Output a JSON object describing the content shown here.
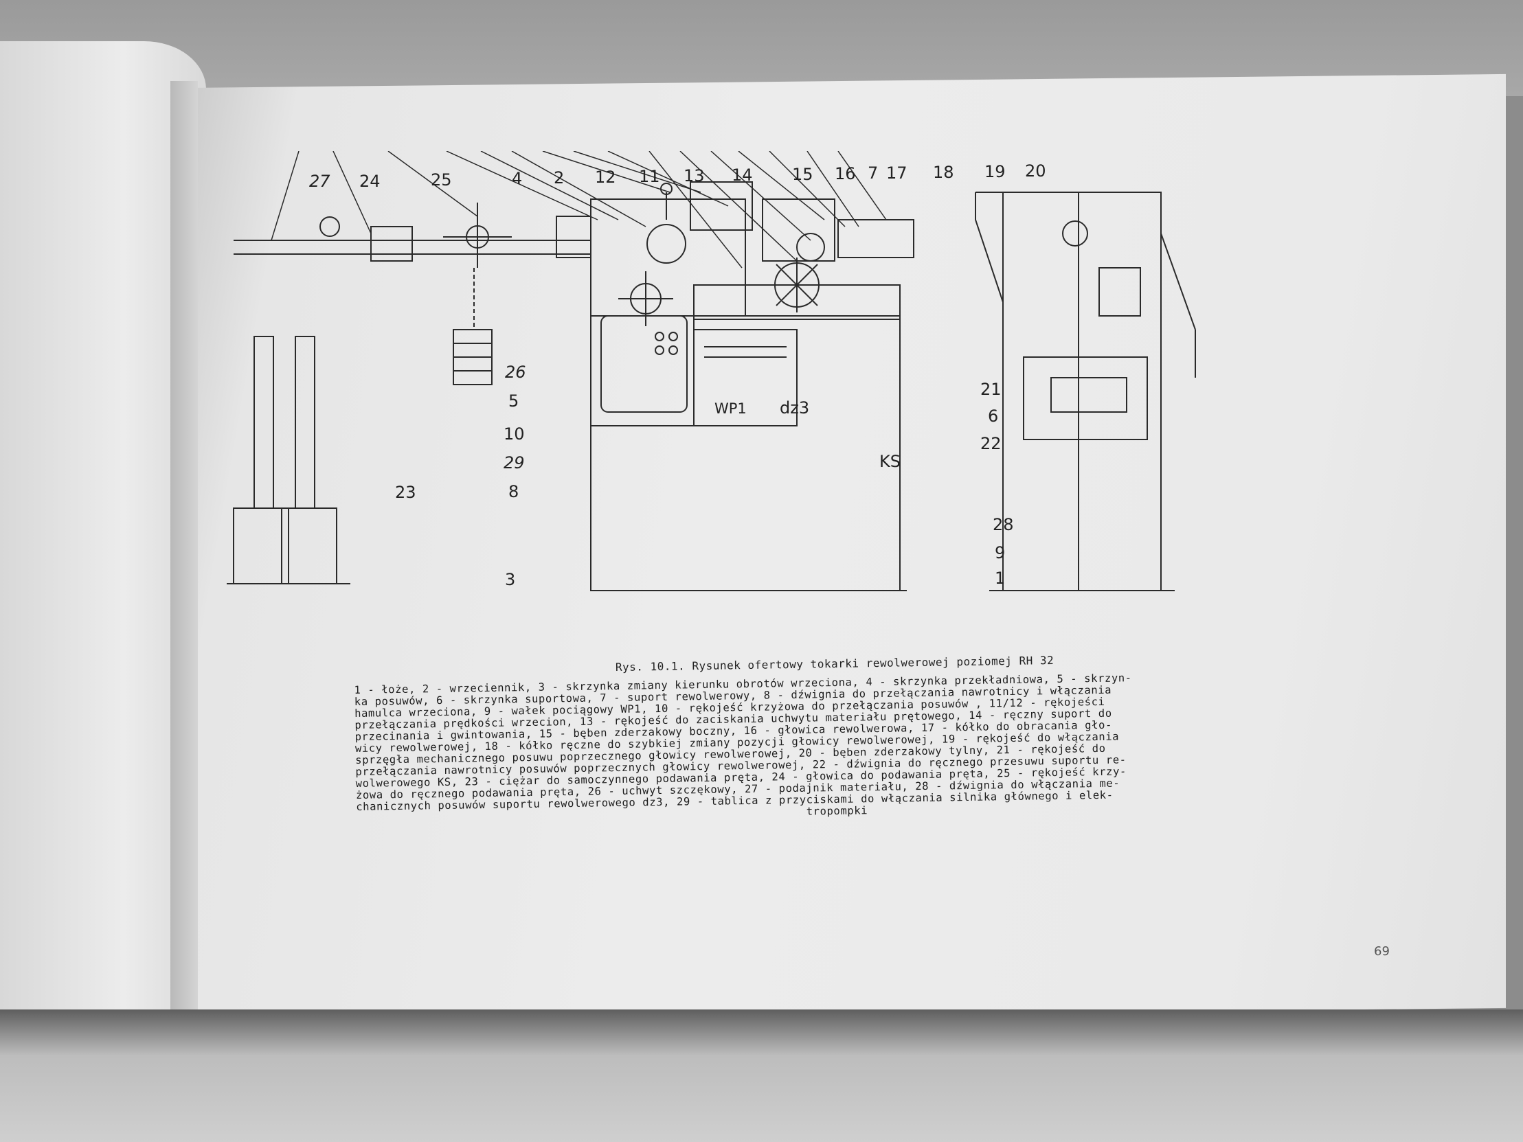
{
  "figure": {
    "callouts": {
      "top": [
        "27",
        "24",
        "25",
        "4",
        "2",
        "12",
        "11",
        "13",
        "14",
        "15",
        "16",
        "7",
        "17",
        "18",
        "19",
        "20"
      ],
      "left": [
        "26",
        "5",
        "10",
        "29",
        "8",
        "23",
        "3"
      ],
      "right": [
        "21",
        "6",
        "22",
        "28",
        "9",
        "1"
      ],
      "inline": [
        "WP1",
        "dz3",
        "KS"
      ]
    }
  },
  "caption": {
    "title": "Rys. 10.1. Rysunek ofertowy tokarki rewolwerowej poziomej RH 32",
    "lines": [
      "1 - łoże, 2 - wrzeciennik, 3 - skrzynka zmiany kierunku obrotów wrzeciona, 4 - skrzynka przekładniowa, 5 - skrzyn-",
      "ka posuwów, 6 - skrzynka suportowa, 7 - suport rewolwerowy, 8 - dźwignia do przełączania nawrotnicy i włączania",
      "hamulca wrzeciona, 9 - wałek pociągowy WP1, 10 - rękojeść krzyżowa do przełączania posuwów  , 11/12 - rękojeści",
      "przełączania prędkości wrzecion, 13 - rękojeść do zaciskania uchwytu materiału prętowego, 14 - ręczny suport do",
      "przecinania i gwintowania, 15 - bęben zderzakowy boczny, 16 - głowica rewolwerowa, 17 - kółko do obracania gło-",
      "wicy rewolwerowej, 18 - kółko ręczne do szybkiej zmiany pozycji głowicy rewolwerowej, 19 - rękojeść do włączania",
      "sprzęgła mechanicznego posuwu poprzecznego głowicy rewolwerowej, 20 - bęben zderzakowy tylny, 21 - rękojeść do",
      "przełączania nawrotnicy posuwów poprzecznych głowicy rewolwerowej, 22 - dźwignia do ręcznego przesuwu suportu re-",
      "wolwerowego KS, 23 - ciężar do samoczynnego podawania pręta, 24 - głowica do podawania pręta, 25 - rękojeść krzy-",
      "żowa do ręcznego podawania pręta, 26 - uchwyt szczękowy, 27 - podajnik materiału, 28 - dźwignia do włączania me-",
      "chanicznych posuwów suportu rewolwerowego dz3, 29 - tablica z przyciskami do włączania silnika głównego i elek-",
      "tropompki"
    ]
  },
  "page_number": "69"
}
